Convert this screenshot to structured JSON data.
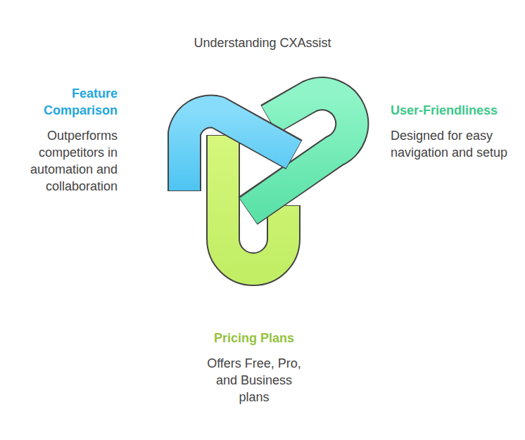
{
  "diagram": {
    "title": "Understanding CXAssist",
    "nodes": [
      {
        "text": [
          "Feature Comparison",
          "Outperforms competitors in automation and collaboration"
        ]
      },
      {
        "text": [
          "User-Friendliness",
          "Designed for easy navigation and setup"
        ]
      },
      {
        "text": [
          "Pricing Plans",
          "Offers Free, Pro, and Business plans"
        ]
      }
    ]
  }
}
